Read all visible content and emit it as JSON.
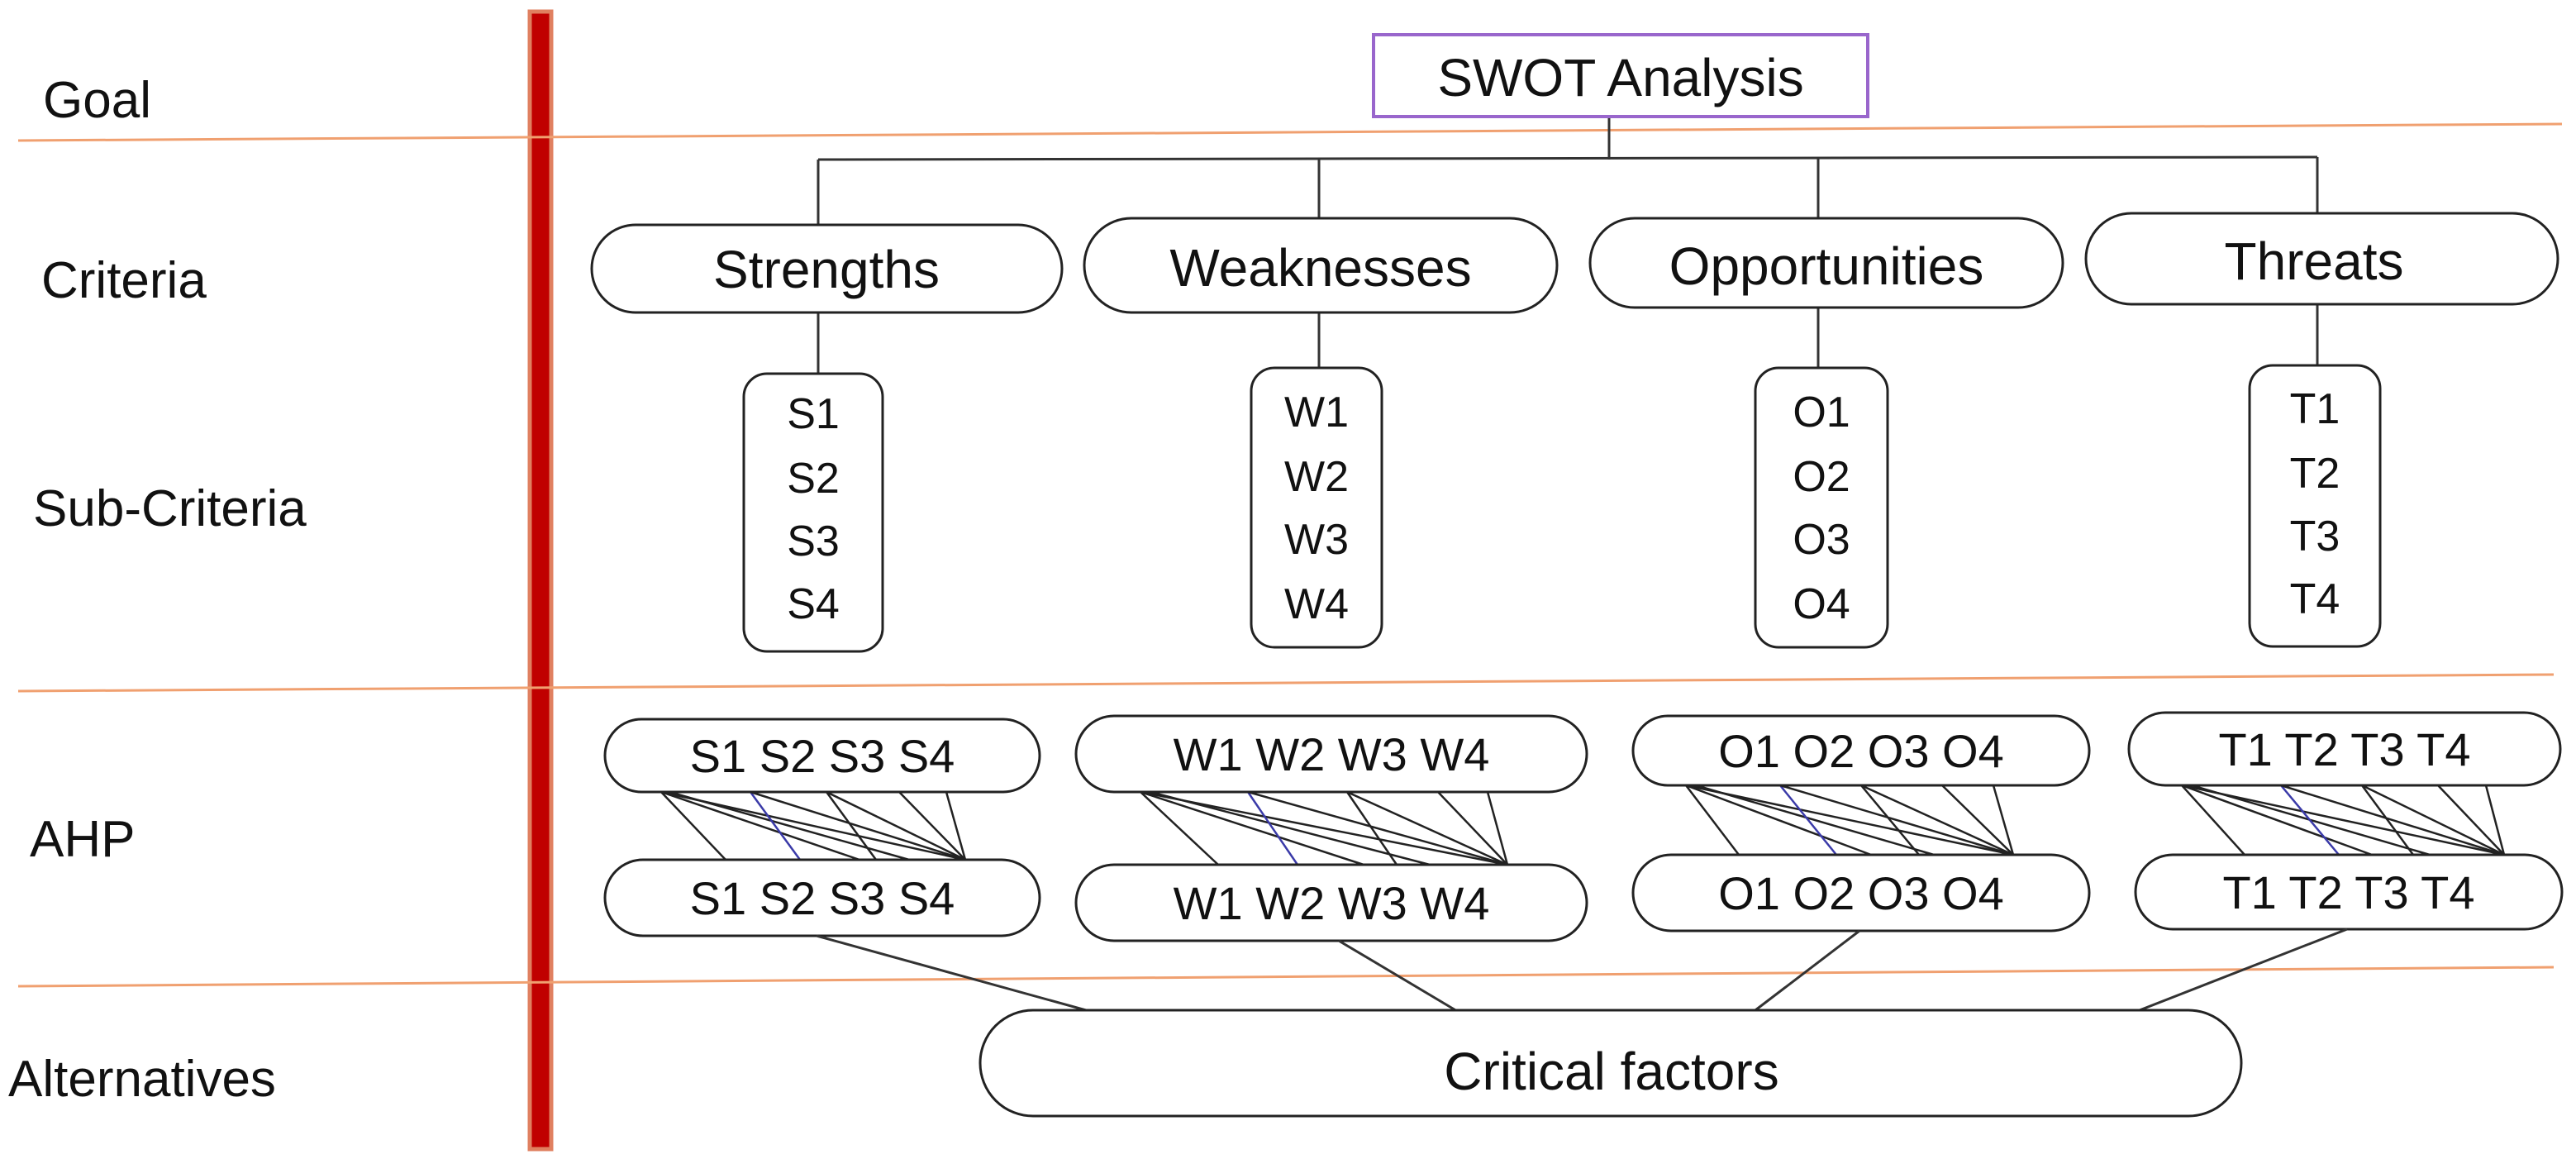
{
  "levels": {
    "goal": "Goal",
    "criteria": "Criteria",
    "sub_criteria": "Sub-Criteria",
    "ahp": "AHP",
    "alternatives": "Alternatives"
  },
  "goal_box": "SWOT Analysis",
  "criteria": [
    "Strengths",
    "Weaknesses",
    "Opportunities",
    "Threats"
  ],
  "sub_criteria": [
    [
      "S1",
      "S2",
      "S3",
      "S4"
    ],
    [
      "W1",
      "W2",
      "W3",
      "W4"
    ],
    [
      "O1",
      "O2",
      "O3",
      "O4"
    ],
    [
      "T1",
      "T2",
      "T3",
      "T4"
    ]
  ],
  "ahp": {
    "top": [
      "S1 S2 S3 S4",
      "W1 W2 W3 W4",
      "O1 O2 O3 O4",
      "T1 T2 T3 T4"
    ],
    "bottom": [
      "S1 S2 S3 S4",
      "W1 W2 W3 W4",
      "O1 O2 O3 O4",
      "T1 T2 T3 T4"
    ]
  },
  "alternative": "Critical factors",
  "colors": {
    "vertical_bar": "#c00000",
    "vertical_bar_edge": "#e08060",
    "separator": "#f0a070",
    "goal_border": "#9966cc",
    "accent_line": "#3a3aa8"
  }
}
